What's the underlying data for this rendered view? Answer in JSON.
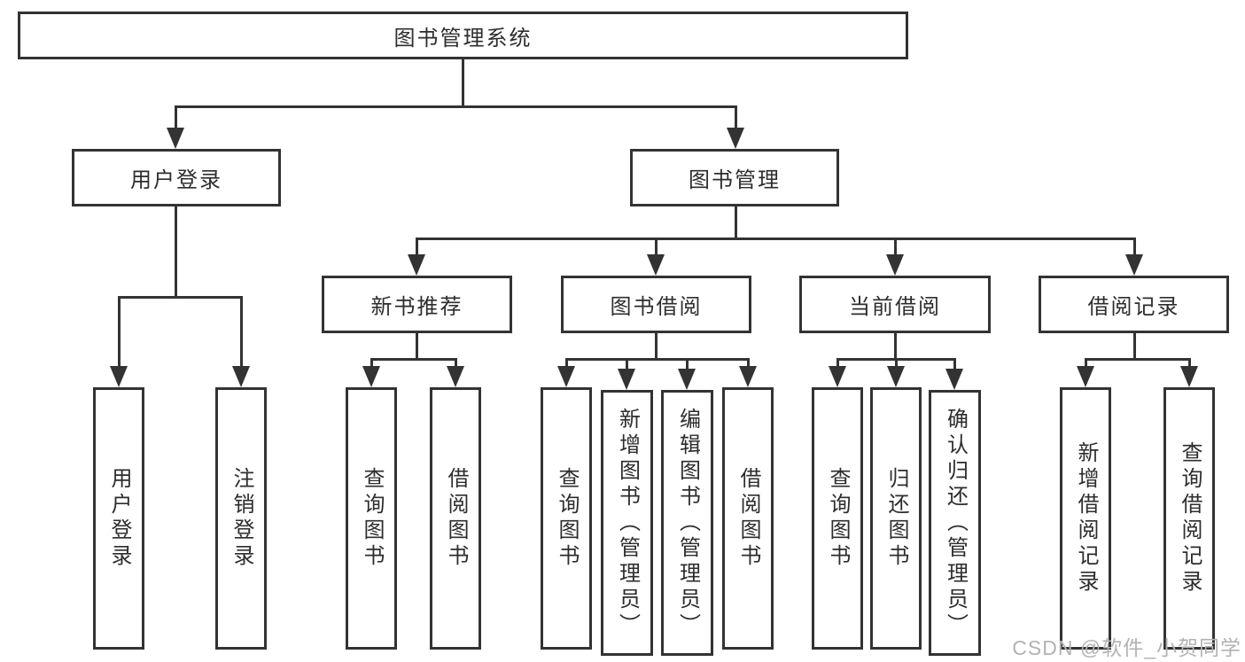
{
  "diagram_type": "tree-structure-chart",
  "nodes": {
    "root": "图书管理系统",
    "user_login": "用户登录",
    "book_management": "图书管理",
    "new_book_rec": "新书推荐",
    "book_borrow": "图书借阅",
    "current_borrow": "当前借阅",
    "borrow_records": "借阅记录",
    "leaf_user_login": "用户登录",
    "leaf_logout": "注销登录",
    "leaf_nb_query": "查询图书",
    "leaf_nb_borrow": "借阅图书",
    "leaf_bb_query": "查询图书",
    "leaf_bb_add": "新增图书（管理员）",
    "leaf_bb_edit": "编辑图书（管理员）",
    "leaf_bb_borrow": "借阅图书",
    "leaf_cb_query": "查询图书",
    "leaf_cb_return": "归还图书",
    "leaf_cb_confirm": "确认归还（管理员）",
    "leaf_br_add": "新增借阅记录",
    "leaf_br_query": "查询借阅记录"
  },
  "hierarchy": {
    "图书管理系统": {
      "用户登录": [
        "用户登录",
        "注销登录"
      ],
      "图书管理": {
        "新书推荐": [
          "查询图书",
          "借阅图书"
        ],
        "图书借阅": [
          "查询图书",
          "新增图书（管理员）",
          "编辑图书（管理员）",
          "借阅图书"
        ],
        "当前借阅": [
          "查询图书",
          "归还图书",
          "确认归还（管理员）"
        ],
        "借阅记录": [
          "新增借阅记录",
          "查询借阅记录"
        ]
      }
    }
  },
  "watermark": {
    "text": "CSDN @软件_小贺同学"
  },
  "colors": {
    "line": "#333333",
    "box_border": "#333333",
    "box_fill": "#ffffff",
    "text": "#2d2d2d",
    "background": "#ffffff",
    "watermark": "#b2b2b2"
  }
}
